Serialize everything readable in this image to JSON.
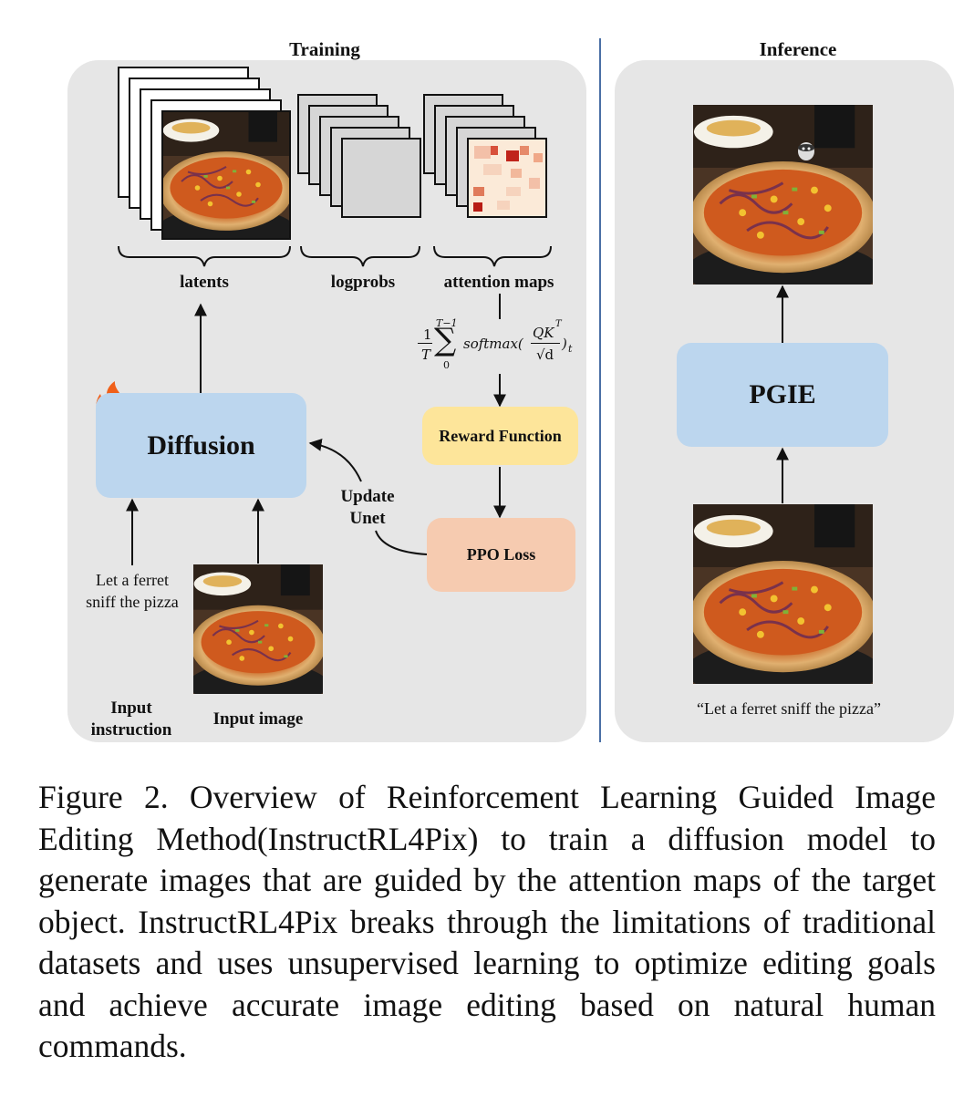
{
  "training": {
    "title": "Training",
    "latents_label": "latents",
    "logprobs_label": "logprobs",
    "attention_label": "attention maps",
    "formula": {
      "frac_num": "1",
      "frac_den": "T",
      "sum_top": "T−1",
      "sum_bottom": "0",
      "body": "softmax(",
      "inner_num": "QK",
      "inner_sup": "T",
      "inner_den": "√d",
      "close": ")",
      "sub": "t"
    },
    "reward_function": "Reward Function",
    "ppo_loss": "PPO Loss",
    "update_unet_line1": "Update",
    "update_unet_line2": "Unet",
    "diffusion": "Diffusion",
    "input_text_line1": "Let a ferret",
    "input_text_line2": "sniff the pizza",
    "input_instruction_line1": "Input",
    "input_instruction_line2": "instruction",
    "input_image_label": "Input image"
  },
  "inference": {
    "title": "Inference",
    "pgie": "PGIE",
    "prompt": "“Let a ferret sniff the pizza”"
  },
  "caption": "Figure 2.  Overview of Reinforcement Learning Guided Image Editing Method(InstructRL4Pix) to train a diffusion model to generate images that are guided by the attention maps of the target object. InstructRL4Pix breaks through the limitations of traditional datasets and uses unsupervised learning to optimize editing goals and achieve accurate image editing based on natural human commands.",
  "colors": {
    "panel": "#e6e6e6",
    "diffusion_box": "#bcd6ee",
    "pgie_box": "#bcd6ee",
    "reward_box": "#fde59a",
    "ppo_box": "#f6cbb0",
    "divider": "#4a6fa5"
  }
}
